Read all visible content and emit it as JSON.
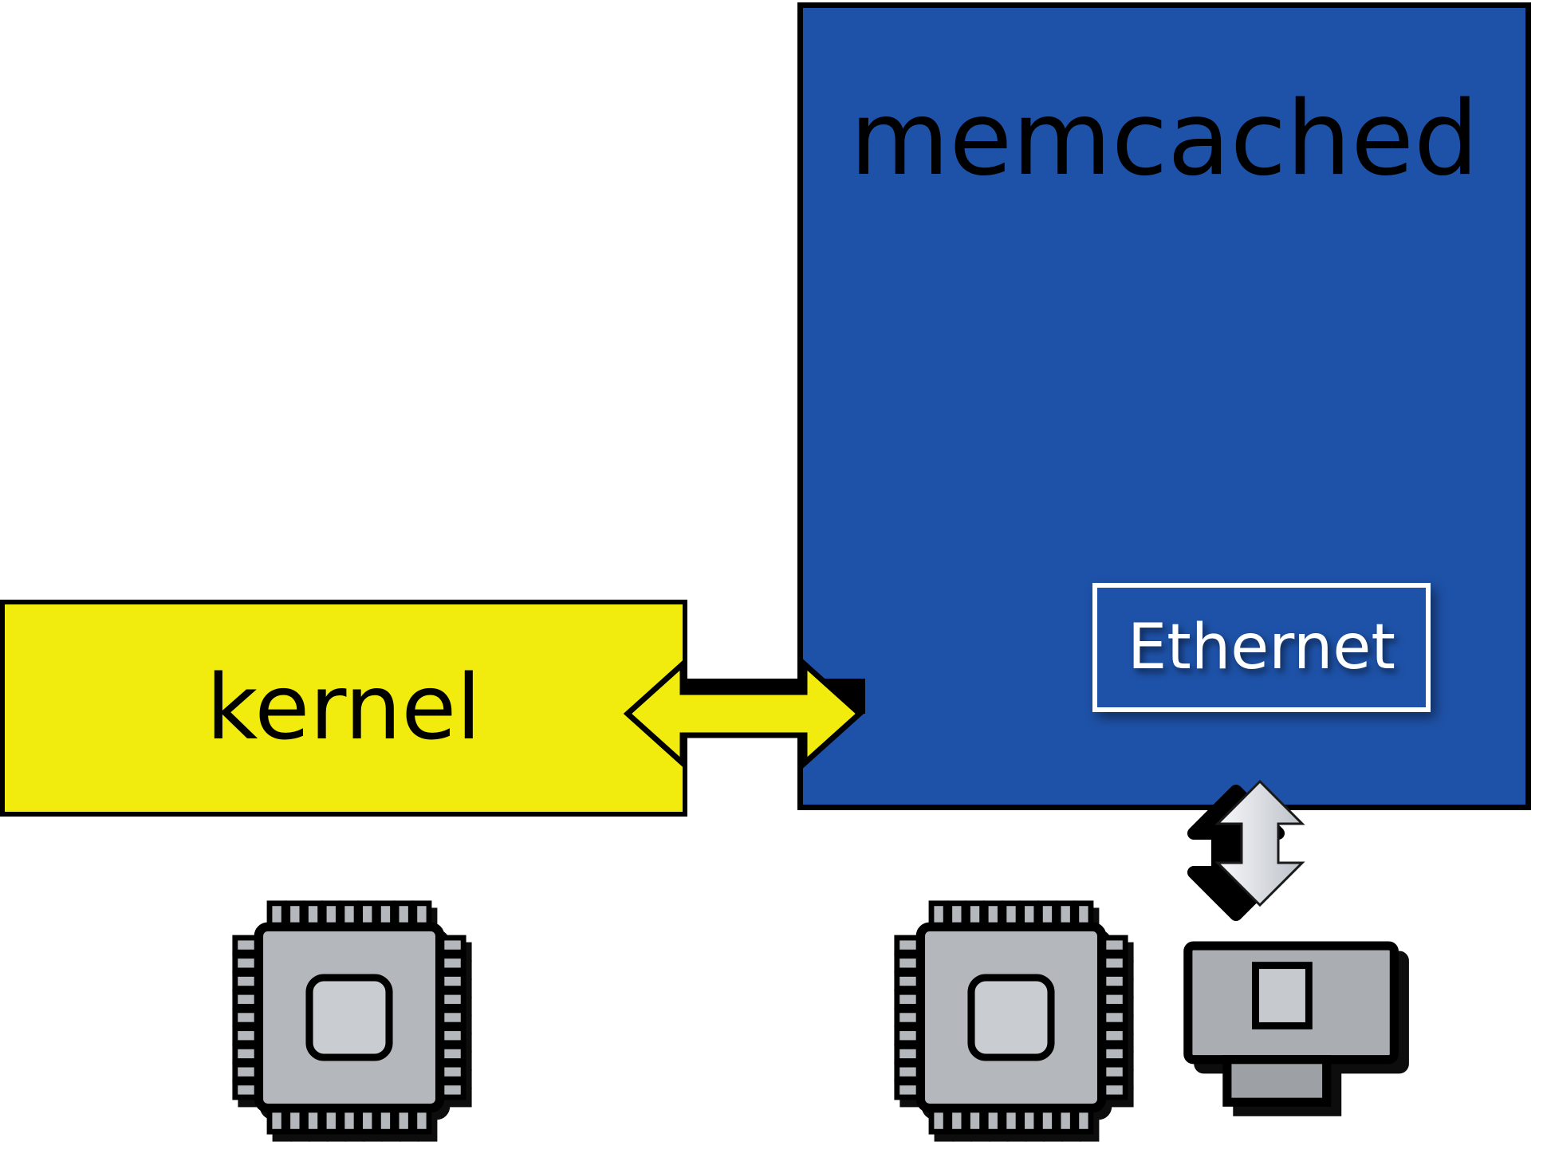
{
  "diagram": {
    "memcached_label": "memcached",
    "kernel_label": "kernel",
    "ethernet_label": "Ethernet",
    "colors": {
      "memcached_fill": "#1e52a8",
      "kernel_fill": "#f1ec0d",
      "arrow_yellow": "#f1ec0d",
      "hardware_gray": "#b4b7bc"
    },
    "icons": {
      "left_processor": "cpu-chip-icon",
      "right_processor": "cpu-chip-icon",
      "network_device": "network-adapter-icon"
    },
    "connections": [
      {
        "from": "kernel",
        "to": "memcached",
        "type": "bidirectional-arrow"
      },
      {
        "from": "Ethernet",
        "to": "network-adapter",
        "type": "bidirectional-arrow"
      }
    ]
  }
}
